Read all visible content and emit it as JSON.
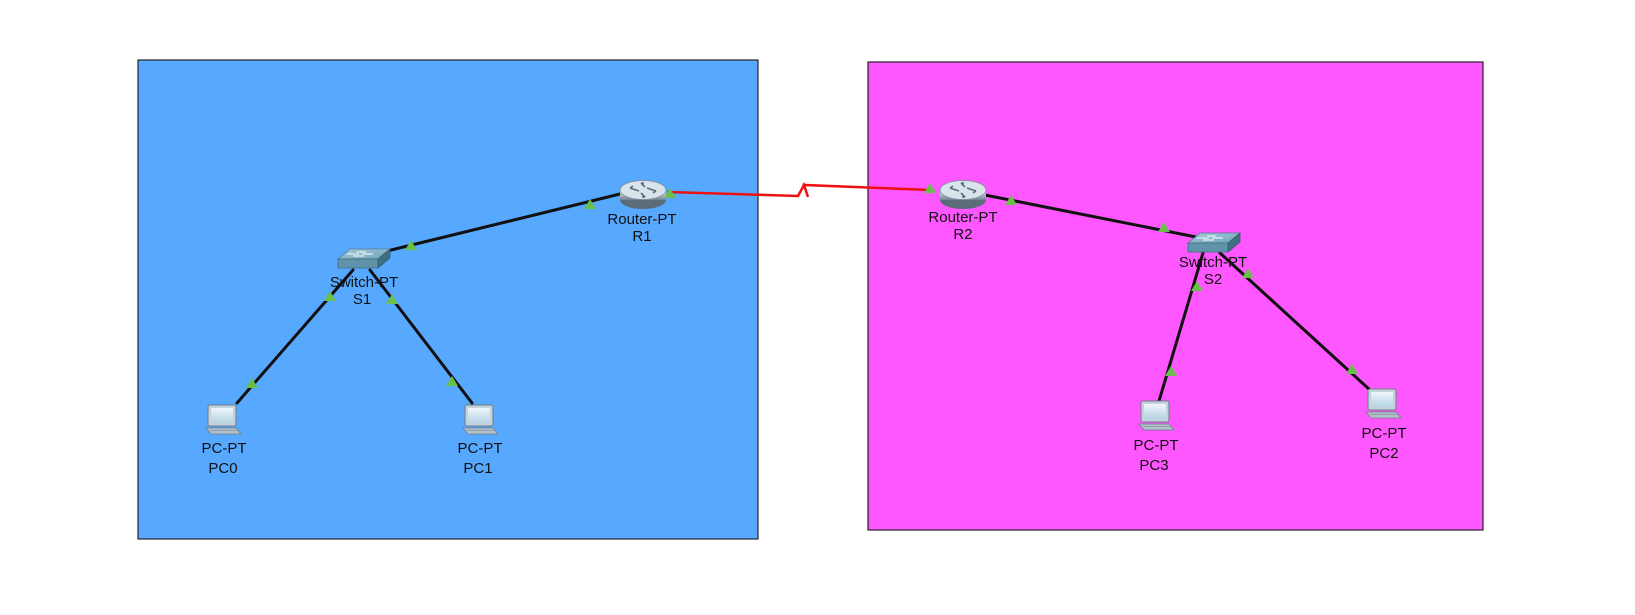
{
  "zones": [
    {
      "color": "#57a8ff"
    },
    {
      "color": "#ff57ff"
    }
  ],
  "colors": {
    "link": "#111111",
    "serial_link": "#ee1111",
    "port_up": "#6abf4b"
  },
  "devices": {
    "r1": {
      "type": "Router-PT",
      "name": "R1",
      "icon": "router-icon"
    },
    "r2": {
      "type": "Router-PT",
      "name": "R2",
      "icon": "router-icon"
    },
    "s1": {
      "type": "Switch-PT",
      "name": "S1",
      "icon": "switch-icon"
    },
    "s2": {
      "type": "Switch-PT",
      "name": "S2",
      "icon": "switch-icon"
    },
    "pc0": {
      "type": "PC-PT",
      "name": "PC0",
      "icon": "pc-icon"
    },
    "pc1": {
      "type": "PC-PT",
      "name": "PC1",
      "icon": "pc-icon"
    },
    "pc2": {
      "type": "PC-PT",
      "name": "PC2",
      "icon": "pc-icon"
    },
    "pc3": {
      "type": "PC-PT",
      "name": "PC3",
      "icon": "pc-icon"
    }
  },
  "links": [
    {
      "from": "R1",
      "to": "S1",
      "medium": "copper"
    },
    {
      "from": "S1",
      "to": "PC0",
      "medium": "copper"
    },
    {
      "from": "S1",
      "to": "PC1",
      "medium": "copper"
    },
    {
      "from": "R1",
      "to": "R2",
      "medium": "serial"
    },
    {
      "from": "R2",
      "to": "S2",
      "medium": "copper"
    },
    {
      "from": "S2",
      "to": "PC3",
      "medium": "copper"
    },
    {
      "from": "S2",
      "to": "PC2",
      "medium": "copper"
    }
  ]
}
